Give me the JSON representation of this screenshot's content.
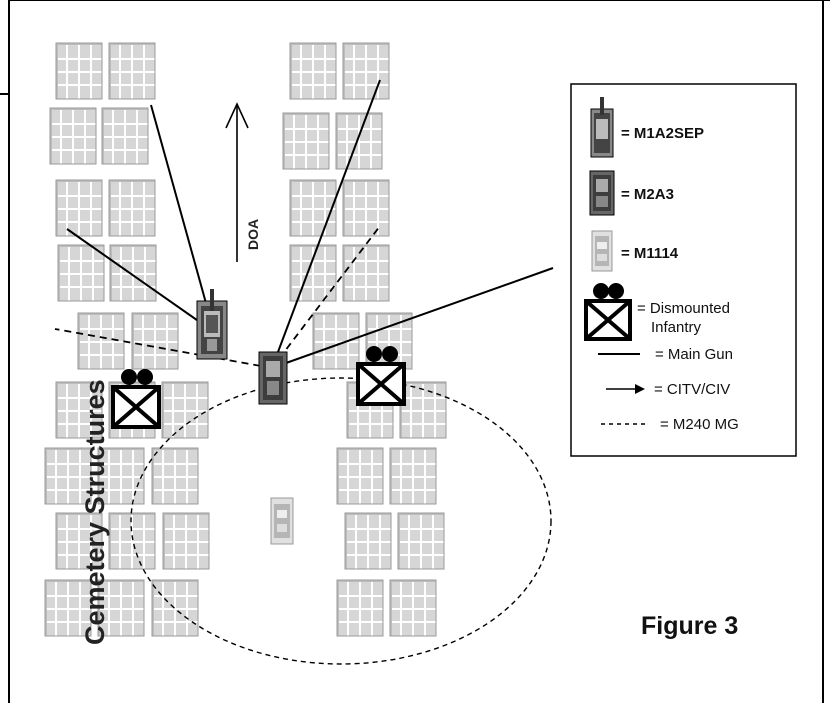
{
  "diagram": {
    "direction_label": "DOA",
    "area_label": "Cemetery Structures",
    "figure_label": "Figure 3"
  },
  "legend": {
    "items": [
      {
        "symbol": "tank",
        "text": "= M1A2SEP",
        "bold": true
      },
      {
        "symbol": "bradley",
        "text": "= M2A3",
        "bold": true
      },
      {
        "symbol": "humvee",
        "text": "= M1114",
        "bold": true
      },
      {
        "symbol": "infantry",
        "text_lines": [
          "= Dismounted",
          "Infantry"
        ],
        "bold": false
      },
      {
        "symbol": "solid-line",
        "text": "= Main Gun",
        "bold": false
      },
      {
        "symbol": "arrow-line",
        "text": "= CITV/CIV",
        "bold": false
      },
      {
        "symbol": "dashed-line",
        "text": "= M240 MG",
        "bold": false
      }
    ]
  },
  "colors": {
    "line": "#000000",
    "structure_fill": "#d3d3d3",
    "structure_grid": "#ffffff",
    "structure_shadow": "#9a9a9a",
    "vehicle_dark": "#555555",
    "vehicle_light": "#cfcfcf"
  }
}
